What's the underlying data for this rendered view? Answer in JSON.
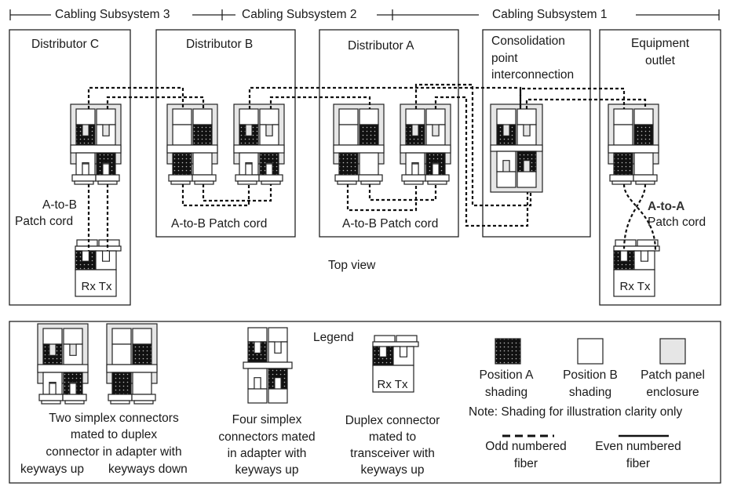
{
  "subsystems": [
    {
      "label": "Cabling Subsystem 3"
    },
    {
      "label": "Cabling Subsystem 2"
    },
    {
      "label": "Cabling Subsystem 1"
    }
  ],
  "boxes": {
    "distributor_c": "Distributor C",
    "distributor_b": "Distributor B",
    "distributor_a": "Distributor A",
    "consolidation_point": [
      "Consolidation",
      "point",
      "interconnection"
    ],
    "equipment_outlet": [
      "Equipment",
      "outlet"
    ]
  },
  "patch_cords": {
    "c": [
      "A-to-B",
      "Patch cord"
    ],
    "b": "A-to-B Patch cord",
    "a": "A-to-B Patch cord",
    "eo": [
      "A-to-A",
      "Patch cord"
    ]
  },
  "transceiver_label": "Rx Tx",
  "view_label": "Top view",
  "legend": {
    "title": "Legend",
    "two_simplex": [
      "Two simplex connectors",
      "mated to duplex",
      "connector in adapter with"
    ],
    "keyways_up": "keyways up",
    "keyways_down": "keyways down",
    "four_simplex": [
      "Four simplex",
      "connectors mated",
      "in adapter with",
      "keyways up"
    ],
    "duplex": [
      "Duplex connector",
      "mated to",
      "transceiver with",
      "keyways up"
    ],
    "position_a": [
      "Position A",
      "shading"
    ],
    "position_b": [
      "Position B",
      "shading"
    ],
    "enclosure": [
      "Patch panel",
      "enclosure"
    ],
    "note": "Note: Shading for illustration clarity only",
    "odd_fiber": [
      "Odd numbered",
      "fiber"
    ],
    "even_fiber": [
      "Even numbered",
      "fiber"
    ],
    "colors": {
      "position_a": "#111111",
      "position_b": "#ffffff",
      "enclosure": "#e6e6e6"
    }
  }
}
